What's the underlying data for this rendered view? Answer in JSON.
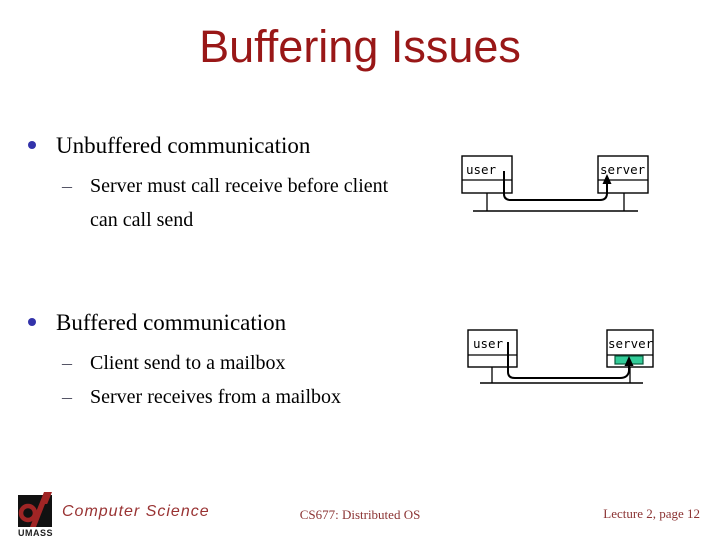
{
  "slide_title": "Buffering Issues",
  "bullets": [
    {
      "label": "Unbuffered communication",
      "marker": "–",
      "subs": [
        "Server must call receive before client can call send"
      ]
    },
    {
      "label": "Buffered communication",
      "marker": "–",
      "subs": [
        "Client send to a mailbox",
        "Server receives from a mailbox"
      ]
    }
  ],
  "diagrams": {
    "unbuffered": {
      "left_label": "user",
      "right_label": "server"
    },
    "buffered": {
      "left_label": "user",
      "right_label": "server",
      "has_mailbox": true
    }
  },
  "footer": {
    "logo_text": "UMASS",
    "department": "Computer Science",
    "course": "CS677: Distributed OS",
    "page_label": "Lecture 2, page 12"
  },
  "colors": {
    "title": "#991717",
    "footer_text": "#8b3333",
    "bullet_dot": "#3333aa",
    "dash": "#555566",
    "mailbox_fill": "#33cc99",
    "mailbox_border": "#0a5a3c",
    "logo_red": "#a02525"
  }
}
